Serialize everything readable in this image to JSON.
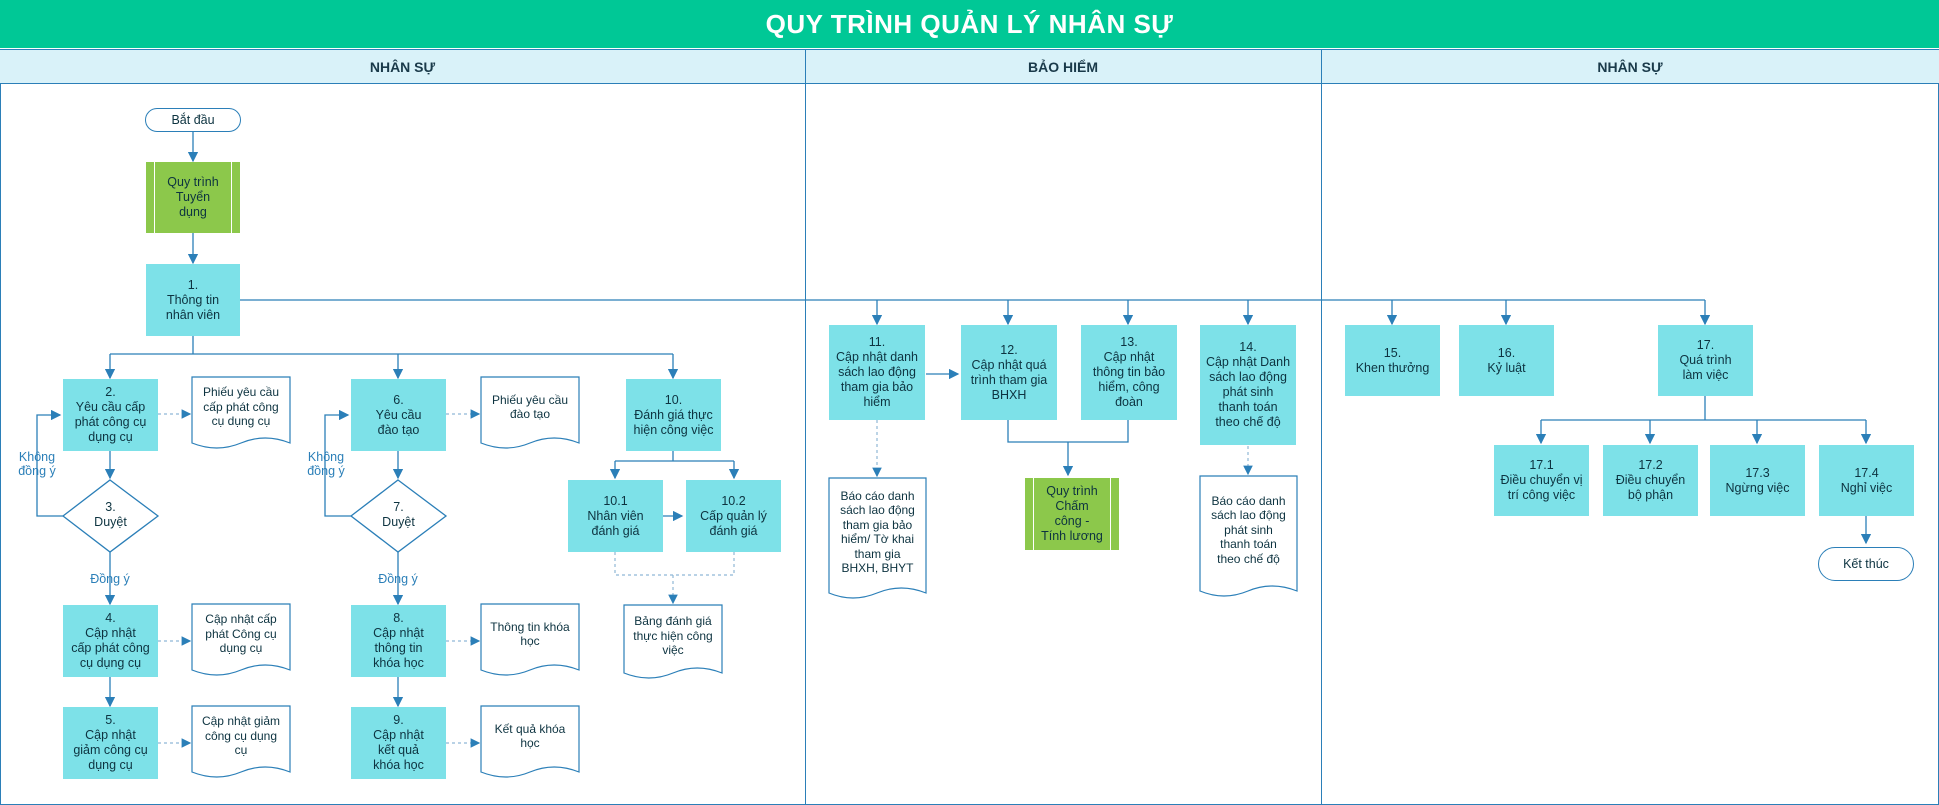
{
  "title": "QUY TRÌNH QUẢN LÝ NHÂN SỰ",
  "lanes": [
    "NHÂN SỰ",
    "BẢO HIỂM",
    "NHÂN SỰ"
  ],
  "colors": {
    "header": "#00c896",
    "process": "#7de1e8",
    "subprocess": "#8cc84b",
    "line": "#2b7fb8",
    "lane_header": "#d9f2f9"
  },
  "start": "Bắt đầu",
  "end": "Kết thúc",
  "subprocesses": {
    "recruit": "Quy trình\nTuyển\ndụng",
    "payroll": "Quy trình\nChấm\ncông -\nTính lương"
  },
  "steps": {
    "s1": "1.\nThông tin\nnhân viên",
    "s2": "2.\nYêu cầu cấp\nphát công cụ\ndụng cụ",
    "s3": "3.\nDuyệt",
    "s4": "4.\nCập nhật\ncấp phát công\ncụ dụng cụ",
    "s5": "5.\nCập nhật\ngiảm công cụ\ndụng cụ",
    "s6": "6.\nYêu cầu\nđào tạo",
    "s7": "7.\nDuyệt",
    "s8": "8.\nCập nhật\nthông tin\nkhóa học",
    "s9": "9.\nCập nhật\nkết quả\nkhóa học",
    "s10": "10.\nĐánh giá thực\nhiện công việc",
    "s10_1": "10.1\nNhân viên\nđánh giá",
    "s10_2": "10.2\nCấp quản lý\nđánh giá",
    "s11": "11.\nCập nhật danh\nsách lao động\ntham gia bảo\nhiểm",
    "s12": "12.\nCập nhật quá\ntrình tham gia\nBHXH",
    "s13": "13.\nCập nhật\nthông tin bảo\nhiểm, công\nđoàn",
    "s14": "14.\nCập nhật Danh\nsách lao động\nphát sinh\nthanh toán\ntheo chế độ",
    "s15": "15.\nKhen thưởng",
    "s16": "16.\nKỷ luật",
    "s17": "17.\nQuá trình\nlàm việc",
    "s17_1": "17.1\nĐiều chuyển vị\ntrí công việc",
    "s17_2": "17.2\nĐiều chuyển\nbộ phận",
    "s17_3": "17.3\nNgừng việc",
    "s17_4": "17.4\nNghỉ việc"
  },
  "documents": {
    "d2": "Phiếu yêu cầu\ncấp phát công\ncụ dụng cụ",
    "d4": "Cập nhật cấp\nphát Công cụ\ndụng cụ",
    "d5": "Cập nhật giảm\ncông cụ dụng\ncụ",
    "d6": "Phiếu yêu cầu\nđào tạo",
    "d8": "Thông tin khóa\nhọc",
    "d9": "Kết quả khóa\nhọc",
    "d10": "Bảng đánh giá\nthực hiện công\nviệc",
    "d11": "Báo cáo danh\nsách lao động\ntham gia bảo\nhiểm/ Tờ khai\ntham gia\nBHXH, BHYT",
    "d14": "Báo cáo danh\nsách lao động\nphát sinh\nthanh toán\ntheo chế độ"
  },
  "labels": {
    "reject": "Không\nđồng ý",
    "approve": "Đồng ý"
  }
}
